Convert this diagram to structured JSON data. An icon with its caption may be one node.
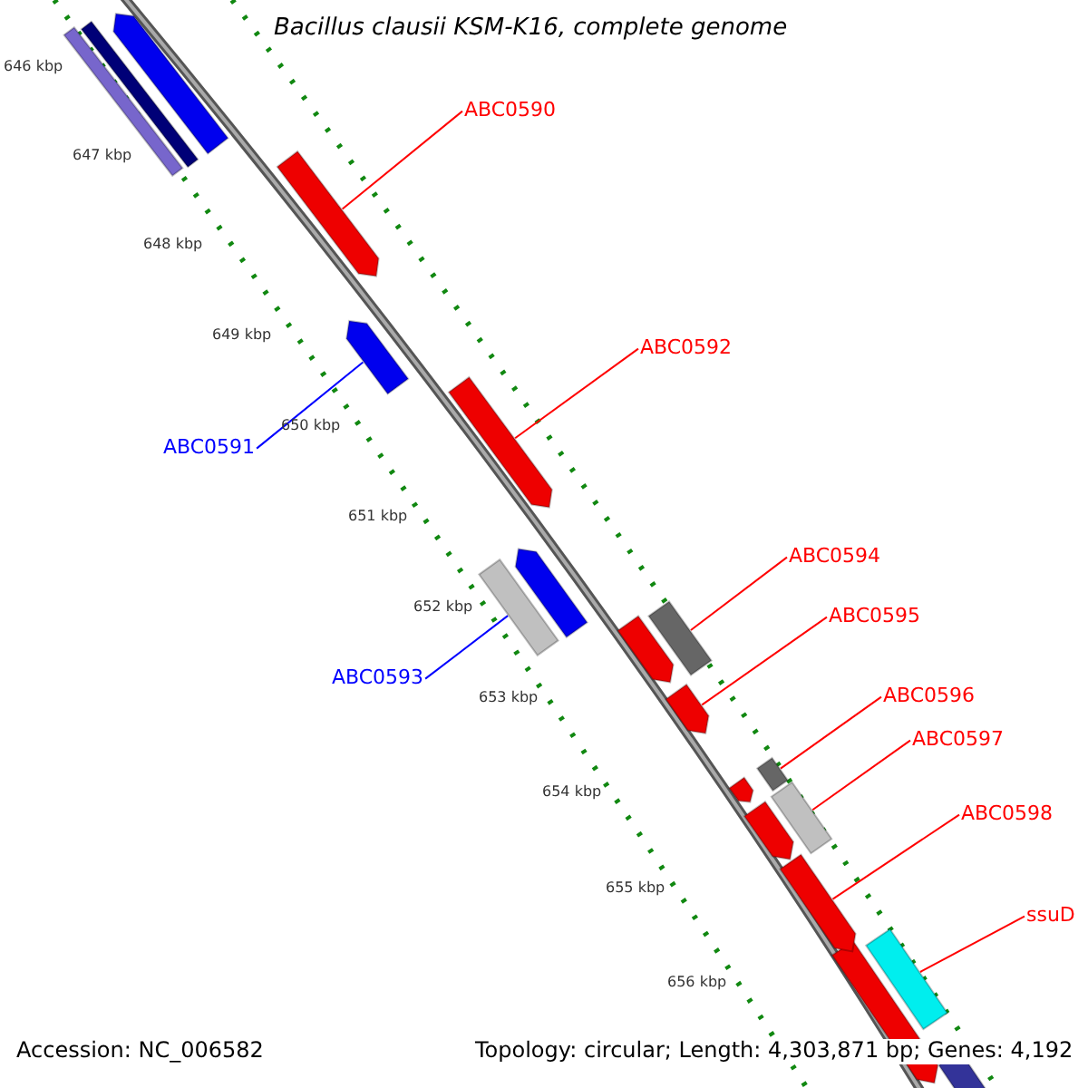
{
  "diagram": {
    "title": "Bacillus clausii KSM-K16, complete genome",
    "nodes": [
      {
        "text": [
          "ABC0590"
        ]
      },
      {
        "text": [],
        "shape": "bar"
      },
      {
        "text": [
          "ABC0591"
        ]
      },
      {
        "text": [],
        "shape": "bar"
      },
      {
        "text": [
          "ABC0592"
        ]
      },
      {
        "text": [],
        "shape": "bar"
      },
      {
        "text": [
          "ABC0593"
        ]
      },
      {
        "text": [],
        "shape": "bar"
      },
      {
        "text": [
          "ABC0594"
        ]
      },
      {
        "text": [],
        "shape": "bar"
      },
      {
        "text": [
          "ABC0595"
        ]
      },
      {
        "text": [],
        "shape": "bar"
      },
      {
        "text": [
          "ABC0596"
        ]
      },
      {
        "text": [],
        "shape": "bar"
      },
      {
        "text": [
          "ABC0597"
        ]
      },
      {
        "text": [],
        "shape": "bar"
      },
      {
        "text": [
          "ABC0598"
        ]
      },
      {
        "text": [],
        "shape": "bar"
      },
      {
        "text": [
          "ssuD"
        ]
      },
      {
        "text": [],
        "shape": "bar"
      }
    ],
    "edges": [
      {
        "from": 0,
        "to": 1,
        "arrow": "none"
      },
      {
        "from": 2,
        "to": 3,
        "arrow": "none",
        "color": "#0000ff"
      },
      {
        "from": 4,
        "to": 5,
        "arrow": "none"
      },
      {
        "from": 6,
        "to": 7,
        "arrow": "none",
        "color": "#0000ff"
      },
      {
        "from": 8,
        "to": 9,
        "arrow": "none"
      },
      {
        "from": 10,
        "to": 11,
        "arrow": "none"
      },
      {
        "from": 12,
        "to": 13,
        "arrow": "none"
      },
      {
        "from": 14,
        "to": 15,
        "arrow": "none"
      },
      {
        "from": 16,
        "to": 17,
        "arrow": "none"
      },
      {
        "from": 18,
        "to": 19,
        "arrow": "none"
      }
    ],
    "labels": [
      "646 kbp",
      "647 kbp",
      "648 kbp",
      "649 kbp",
      "650 kbp",
      "651 kbp",
      "652 kbp",
      "653 kbp",
      "654 kbp",
      "655 kbp",
      "656 kbp",
      "Accession: NC_006582",
      "Topology: circular; Length: 4,303,871 bp; Genes: 4,192"
    ]
  }
}
